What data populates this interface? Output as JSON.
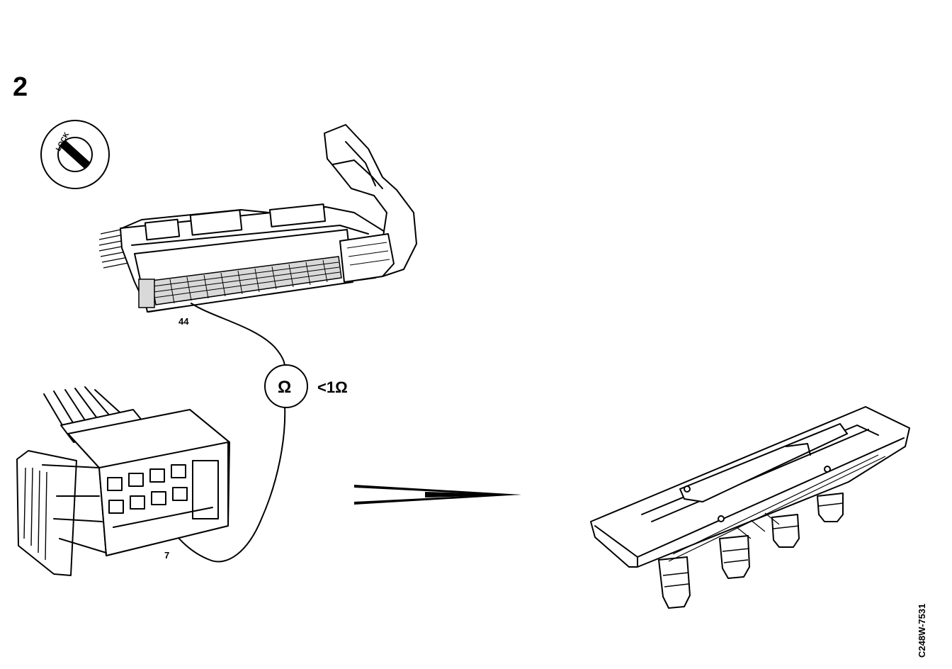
{
  "figure": {
    "step_number": "2",
    "lock_label": "LOCK",
    "ecu_pin_label": "44",
    "coil_pin_label": "7",
    "ohm_symbol": "Ω",
    "resistance_spec": "<1Ω",
    "figure_code": "C248W-7531"
  },
  "icons": {
    "ignition": "ignition-lock-icon",
    "meter": "ohmmeter-icon",
    "arrow": "direction-arrow-icon"
  }
}
